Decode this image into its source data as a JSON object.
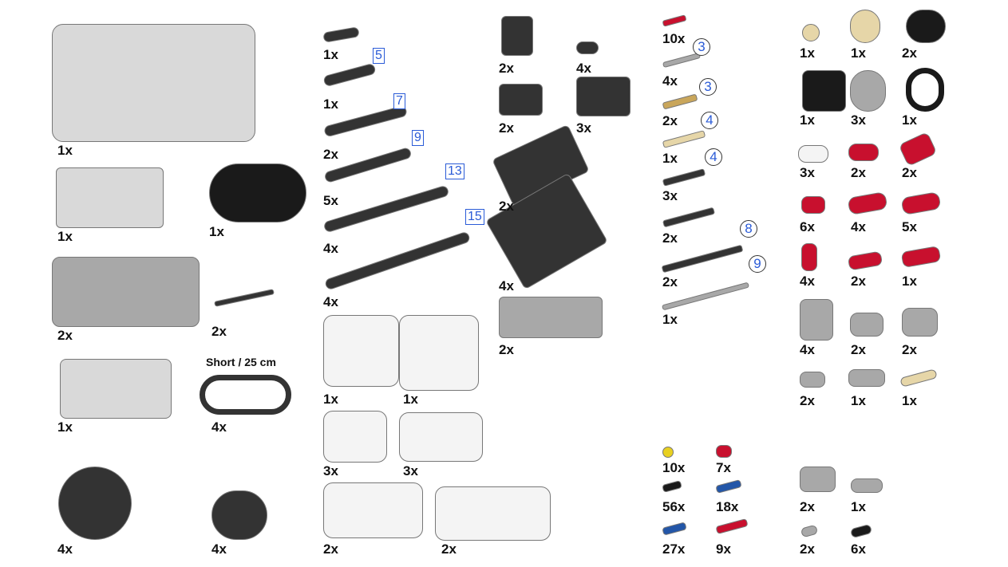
{
  "colors": {
    "dark": "#333333",
    "grey": "#a8a8a8",
    "light": "#d9d9d9",
    "white": "#f4f4f4",
    "red": "#c8102e",
    "tan": "#c9a65b",
    "beige": "#e6d6a8",
    "black": "#1a1a1a",
    "blue": "#2356a8",
    "yellow": "#e8d020",
    "len_blue": "#2a5bd7"
  },
  "cable_note": "Short / 25 cm",
  "items": [
    {
      "qty": "1x",
      "name": "ev3-brick",
      "color": "light"
    },
    {
      "qty": "1x",
      "name": "medium-motor",
      "color": "light"
    },
    {
      "qty": "1x",
      "name": "ultrasonic-sensor",
      "color": "black"
    },
    {
      "qty": "2x",
      "name": "large-motor",
      "color": "grey"
    },
    {
      "qty": "2x",
      "name": "axle-with-stop",
      "color": "dark"
    },
    {
      "qty": "1x",
      "name": "ir-beacon",
      "color": "light"
    },
    {
      "qty": "4x",
      "name": "cable",
      "color": "dark"
    },
    {
      "qty": "4x",
      "name": "tire",
      "color": "dark"
    },
    {
      "qty": "4x",
      "name": "wheel",
      "color": "dark"
    },
    {
      "qty": "1x",
      "name": "beam-3",
      "color": "dark"
    },
    {
      "qty": "1x",
      "name": "beam-5",
      "color": "dark",
      "len": "5"
    },
    {
      "qty": "2x",
      "name": "beam-7",
      "color": "dark",
      "len": "7"
    },
    {
      "qty": "5x",
      "name": "beam-9",
      "color": "dark",
      "len": "9"
    },
    {
      "qty": "4x",
      "name": "beam-13",
      "color": "dark",
      "len": "13"
    },
    {
      "qty": "4x",
      "name": "beam-15",
      "color": "dark",
      "len": "15"
    },
    {
      "qty": "2x",
      "name": "t-beam",
      "color": "dark"
    },
    {
      "qty": "4x",
      "name": "beam-2",
      "color": "dark"
    },
    {
      "qty": "2x",
      "name": "l-beam-small",
      "color": "dark"
    },
    {
      "qty": "3x",
      "name": "l-beam-large",
      "color": "dark"
    },
    {
      "qty": "2x",
      "name": "angled-beam",
      "color": "dark"
    },
    {
      "qty": "4x",
      "name": "angled-beam-large",
      "color": "dark"
    },
    {
      "qty": "2x",
      "name": "frame",
      "color": "grey"
    },
    {
      "qty": "1x",
      "name": "panel-left",
      "color": "white"
    },
    {
      "qty": "1x",
      "name": "panel-right",
      "color": "white"
    },
    {
      "qty": "3x",
      "name": "panel-small-left",
      "color": "white"
    },
    {
      "qty": "3x",
      "name": "panel-small-right",
      "color": "white"
    },
    {
      "qty": "2x",
      "name": "panel-long-left",
      "color": "white"
    },
    {
      "qty": "2x",
      "name": "panel-long-right",
      "color": "white"
    },
    {
      "qty": "10x",
      "name": "axle-2",
      "color": "red"
    },
    {
      "qty": "4x",
      "name": "axle-3",
      "color": "grey",
      "len": "3"
    },
    {
      "qty": "2x",
      "name": "axle-3-stud",
      "color": "tan",
      "len": "3"
    },
    {
      "qty": "1x",
      "name": "axle-4-pin",
      "color": "beige",
      "len": "4"
    },
    {
      "qty": "3x",
      "name": "axle-4-end",
      "color": "dark",
      "len": "4"
    },
    {
      "qty": "2x",
      "name": "axle-5",
      "color": "dark"
    },
    {
      "qty": "2x",
      "name": "axle-8",
      "color": "dark",
      "len": "8"
    },
    {
      "qty": "1x",
      "name": "axle-9",
      "color": "grey",
      "len": "9"
    },
    {
      "qty": "10x",
      "name": "bush-half",
      "color": "yellow"
    },
    {
      "qty": "7x",
      "name": "bush",
      "color": "red"
    },
    {
      "qty": "56x",
      "name": "pin-friction",
      "color": "black"
    },
    {
      "qty": "18x",
      "name": "pin-long",
      "color": "blue"
    },
    {
      "qty": "27x",
      "name": "axle-pin",
      "color": "blue"
    },
    {
      "qty": "9x",
      "name": "pin-red",
      "color": "red"
    },
    {
      "qty": "1x",
      "name": "gear-12",
      "color": "beige"
    },
    {
      "qty": "1x",
      "name": "gear-20",
      "color": "beige"
    },
    {
      "qty": "2x",
      "name": "cross-block",
      "color": "black"
    },
    {
      "qty": "1x",
      "name": "steering-arm",
      "color": "black"
    },
    {
      "qty": "3x",
      "name": "pulley",
      "color": "grey"
    },
    {
      "qty": "1x",
      "name": "rubber-ring",
      "color": "black"
    },
    {
      "qty": "3x",
      "name": "tooth-white",
      "color": "white"
    },
    {
      "qty": "2x",
      "name": "tooth-red",
      "color": "red"
    },
    {
      "qty": "2x",
      "name": "angle-connector",
      "color": "red"
    },
    {
      "qty": "6x",
      "name": "cross-block-red",
      "color": "red"
    },
    {
      "qty": "4x",
      "name": "beam-3-red",
      "color": "red"
    },
    {
      "qty": "5x",
      "name": "double-cross-red",
      "color": "red"
    },
    {
      "qty": "4x",
      "name": "pin-connector-red",
      "color": "red"
    },
    {
      "qty": "2x",
      "name": "axle-connector-red",
      "color": "red"
    },
    {
      "qty": "1x",
      "name": "axle-connector-2-red",
      "color": "red"
    },
    {
      "qty": "4x",
      "name": "h-frame",
      "color": "grey"
    },
    {
      "qty": "2x",
      "name": "perp-connector",
      "color": "grey"
    },
    {
      "qty": "2x",
      "name": "cam-connector",
      "color": "grey"
    },
    {
      "qty": "2x",
      "name": "pin-joiner",
      "color": "grey"
    },
    {
      "qty": "1x",
      "name": "u-joint",
      "color": "grey"
    },
    {
      "qty": "1x",
      "name": "pin-axle-tan",
      "color": "beige"
    },
    {
      "qty": "2x",
      "name": "double-pin-connector",
      "color": "grey"
    },
    {
      "qty": "1x",
      "name": "pin-axle-connector",
      "color": "grey"
    },
    {
      "qty": "2x",
      "name": "grey-pin",
      "color": "grey"
    },
    {
      "qty": "6x",
      "name": "black-pin",
      "color": "black"
    }
  ]
}
